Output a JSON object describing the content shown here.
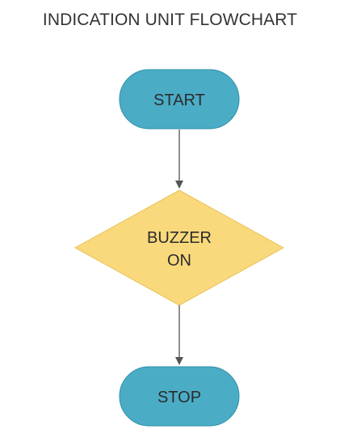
{
  "title": "INDICATION UNIT FLOWCHART",
  "nodes": {
    "start": {
      "label": "START",
      "shape": "terminator",
      "fill": "#4BACC6",
      "stroke": "#2E8FA8"
    },
    "decision": {
      "label_line1": "BUZZER",
      "label_line2": "ON",
      "shape": "diamond",
      "fill": "#F9D97C",
      "stroke": "#E8C35C"
    },
    "stop": {
      "label": "STOP",
      "shape": "terminator",
      "fill": "#4BACC6",
      "stroke": "#2E8FA8"
    }
  },
  "connector_color": "#555555"
}
